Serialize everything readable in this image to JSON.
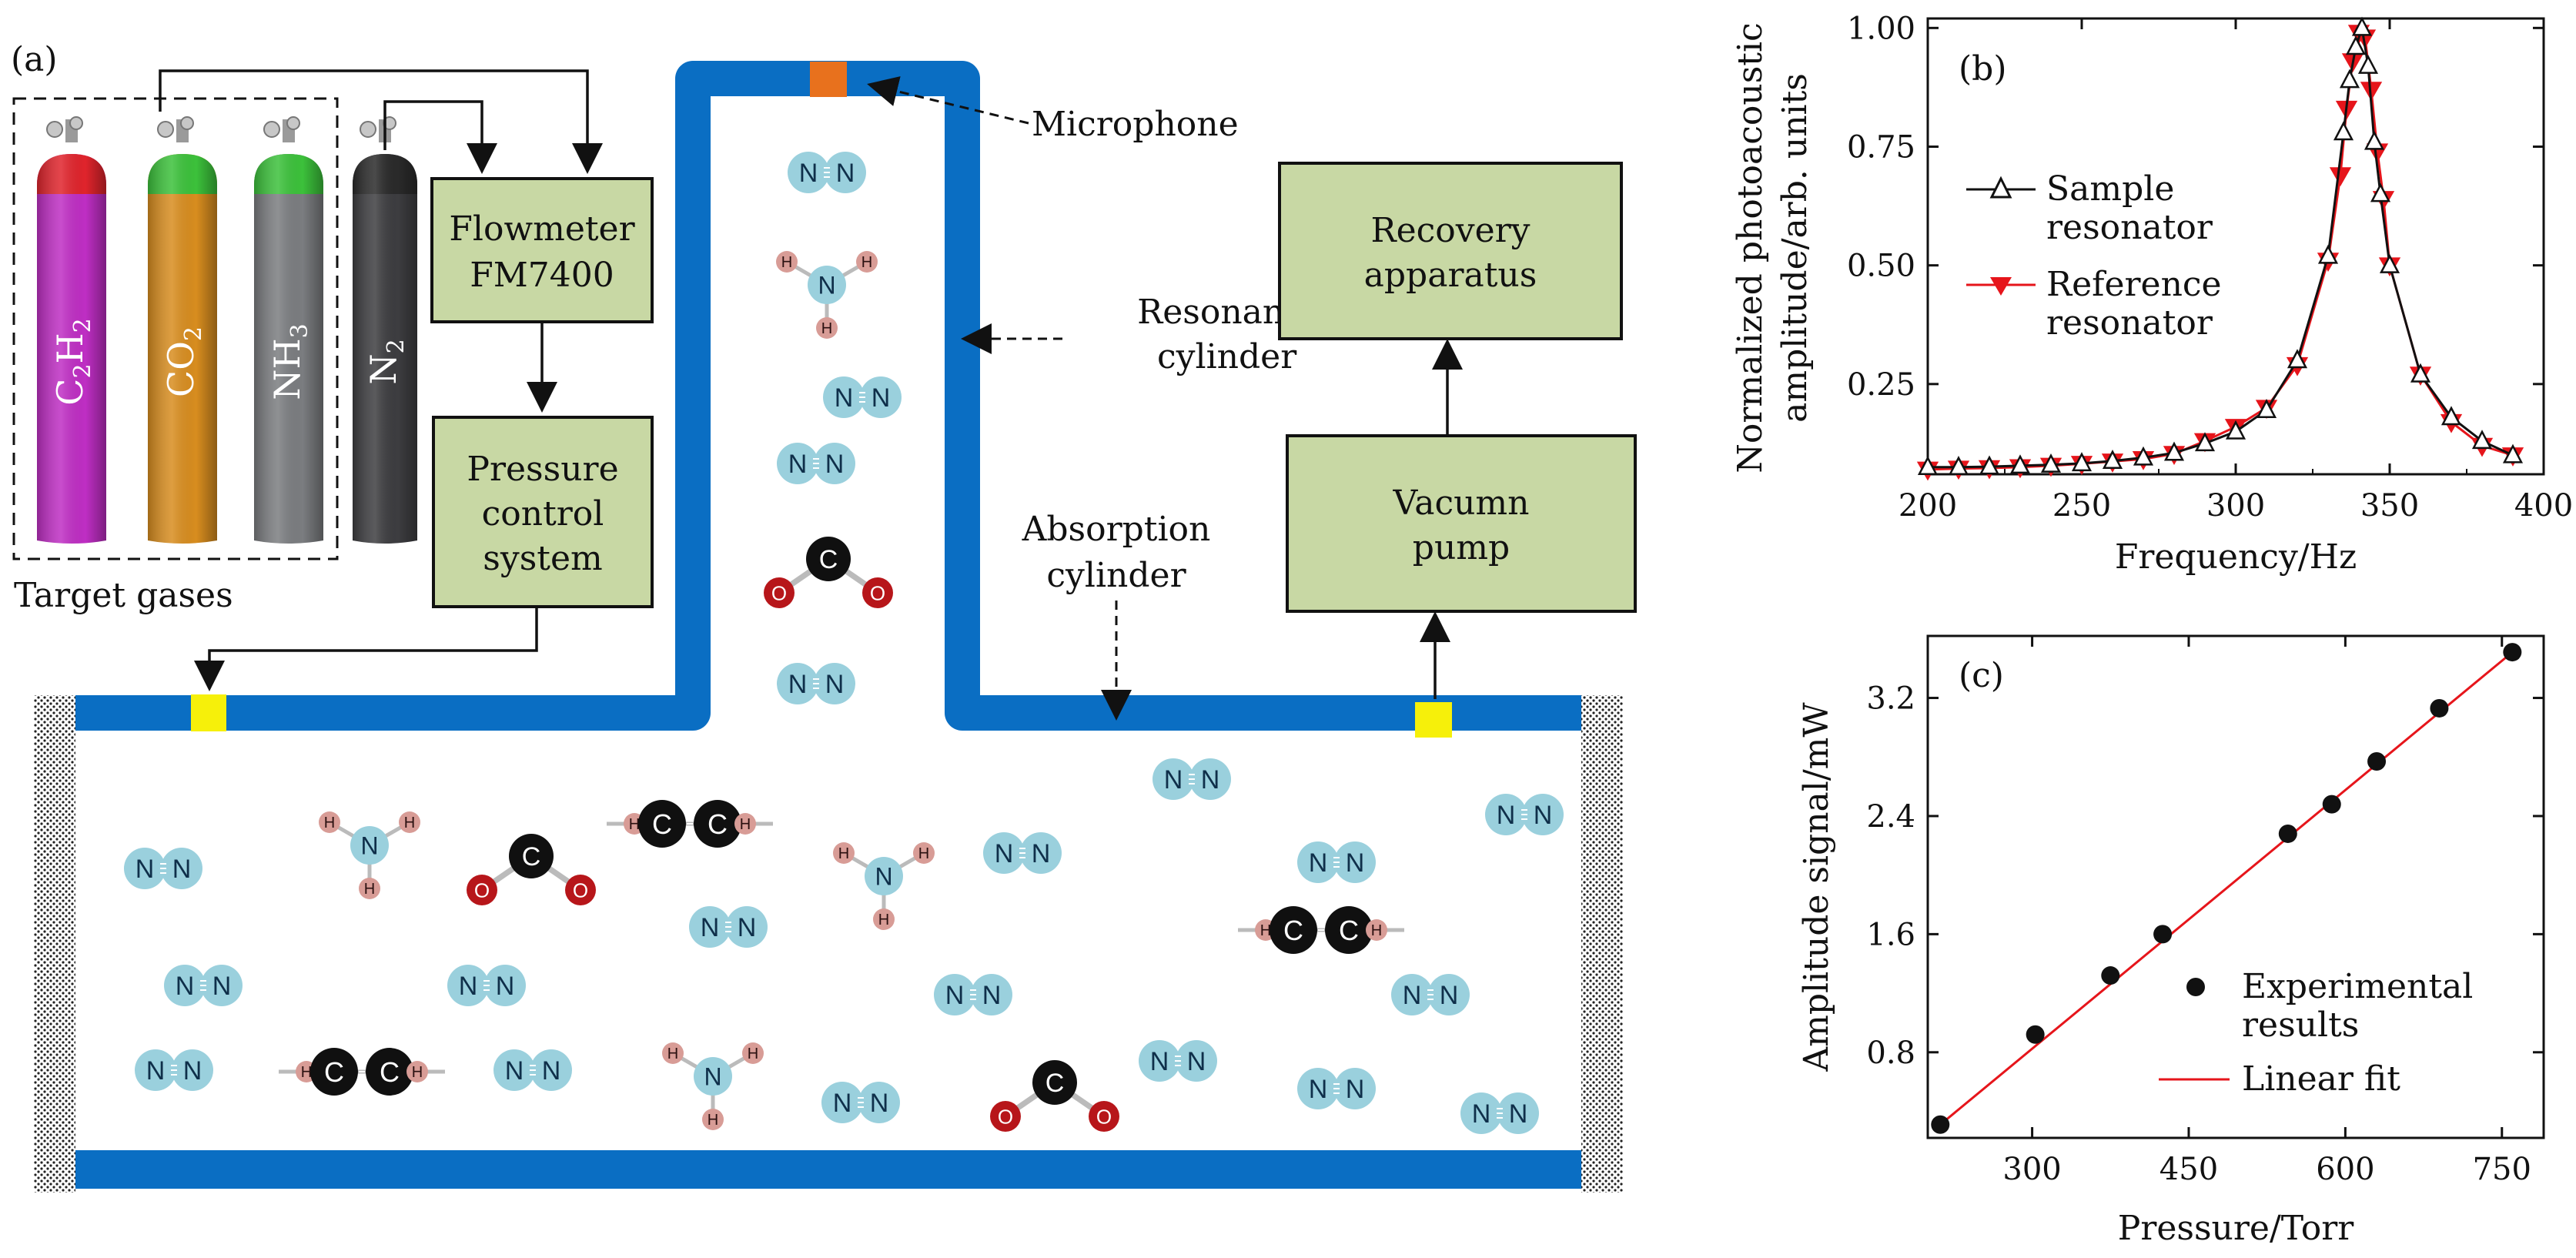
{
  "panel_a": {
    "label": "(a)",
    "cylinders": [
      {
        "formula": "C2H2",
        "base": "C",
        "sub1": "2",
        "mid": "H",
        "sub2": "2",
        "body": "#bf2ec4",
        "cap": "#e0242c"
      },
      {
        "formula": "CO2",
        "base": "CO",
        "sub1": "2",
        "mid": "",
        "sub2": "",
        "body": "#d88d1f",
        "cap": "#3cc13b"
      },
      {
        "formula": "NH3",
        "base": "NH",
        "sub1": "3",
        "mid": "",
        "sub2": "",
        "body": "#7b7d80",
        "cap": "#3cc13b"
      },
      {
        "formula": "N2",
        "base": "N",
        "sub1": "2",
        "mid": "",
        "sub2": "",
        "body": "#3d3d40",
        "cap": "#2a2a2a"
      }
    ],
    "target_gases": "Target gases",
    "flowmeter": [
      "Flowmeter",
      "FM7400"
    ],
    "pressure_control": [
      "Pressure",
      "control",
      "system"
    ],
    "recovery": [
      "Recovery",
      "apparatus"
    ],
    "vacuum_pump": [
      "Vacumn",
      "pump"
    ],
    "microphone": "Microphone",
    "resonance_cylinder": [
      "Resonance",
      "cylinder"
    ],
    "absorption_cylinder": [
      "Absorption",
      "cylinder"
    ],
    "colors": {
      "pipe": "#0a6ec3",
      "box": "#c8d8a4",
      "valve": "#f6f00a",
      "mic": "#e8711d",
      "n2": "#9ad0dd",
      "h": "#d89c96",
      "c": "#101010",
      "o": "#b7161a"
    }
  },
  "panel_b": {
    "label": "(b)",
    "legend": {
      "sample": [
        "Sample",
        "resonator"
      ],
      "reference": [
        "Reference",
        "resonator"
      ]
    },
    "chart_data": {
      "type": "line",
      "xlabel": "Frequency/Hz",
      "ylabel": [
        "Normalized photoacoustic",
        "amplitude/arb. units"
      ],
      "xlim": [
        200,
        400
      ],
      "ylim": [
        0.06,
        1.02
      ],
      "xticks": [
        200,
        250,
        300,
        350,
        400
      ],
      "yticks": [
        "0.25",
        "0.50",
        "0.75",
        "1.00"
      ],
      "series": [
        {
          "name": "Sample resonator",
          "x": [
            200,
            210,
            220,
            230,
            240,
            250,
            260,
            270,
            280,
            290,
            300,
            310,
            320,
            330,
            335,
            337,
            339,
            341,
            343,
            345,
            347,
            350,
            360,
            370,
            380,
            390
          ],
          "y": [
            0.075,
            0.075,
            0.076,
            0.078,
            0.08,
            0.083,
            0.088,
            0.095,
            0.105,
            0.125,
            0.15,
            0.195,
            0.3,
            0.52,
            0.78,
            0.89,
            0.96,
            1.0,
            0.92,
            0.76,
            0.65,
            0.5,
            0.27,
            0.18,
            0.13,
            0.1
          ]
        },
        {
          "name": "Reference resonator",
          "x": [
            200,
            210,
            220,
            230,
            240,
            250,
            260,
            270,
            280,
            290,
            300,
            310,
            320,
            330,
            334,
            336,
            338,
            340,
            342,
            344,
            346,
            348,
            350,
            360,
            370,
            380,
            390
          ],
          "y": [
            0.07,
            0.072,
            0.073,
            0.075,
            0.078,
            0.082,
            0.087,
            0.092,
            0.103,
            0.13,
            0.16,
            0.2,
            0.29,
            0.51,
            0.69,
            0.83,
            0.93,
            0.99,
            0.98,
            0.87,
            0.74,
            0.64,
            0.5,
            0.27,
            0.17,
            0.12,
            0.1
          ]
        }
      ]
    }
  },
  "panel_c": {
    "label": "(c)",
    "legend": {
      "experimental": [
        "Experimental",
        "results"
      ],
      "fit": "Linear fit"
    },
    "chart_data": {
      "type": "scatter",
      "xlabel": "Pressure/Torr",
      "ylabel": "Amplitude signal/mW",
      "xlim": [
        200,
        790
      ],
      "ylim": [
        0.22,
        3.62
      ],
      "xticks": [
        300,
        450,
        600,
        750
      ],
      "yticks": [
        "0.8",
        "1.6",
        "2.4",
        "3.2"
      ],
      "series": [
        {
          "name": "Experimental results",
          "x": [
            212,
            303,
            375,
            425,
            545,
            587,
            630,
            690,
            760
          ],
          "y": [
            0.31,
            0.92,
            1.32,
            1.6,
            2.28,
            2.48,
            2.77,
            3.13,
            3.51
          ]
        },
        {
          "name": "Linear fit",
          "x": [
            212,
            760
          ],
          "y": [
            0.31,
            3.51
          ]
        }
      ]
    }
  }
}
